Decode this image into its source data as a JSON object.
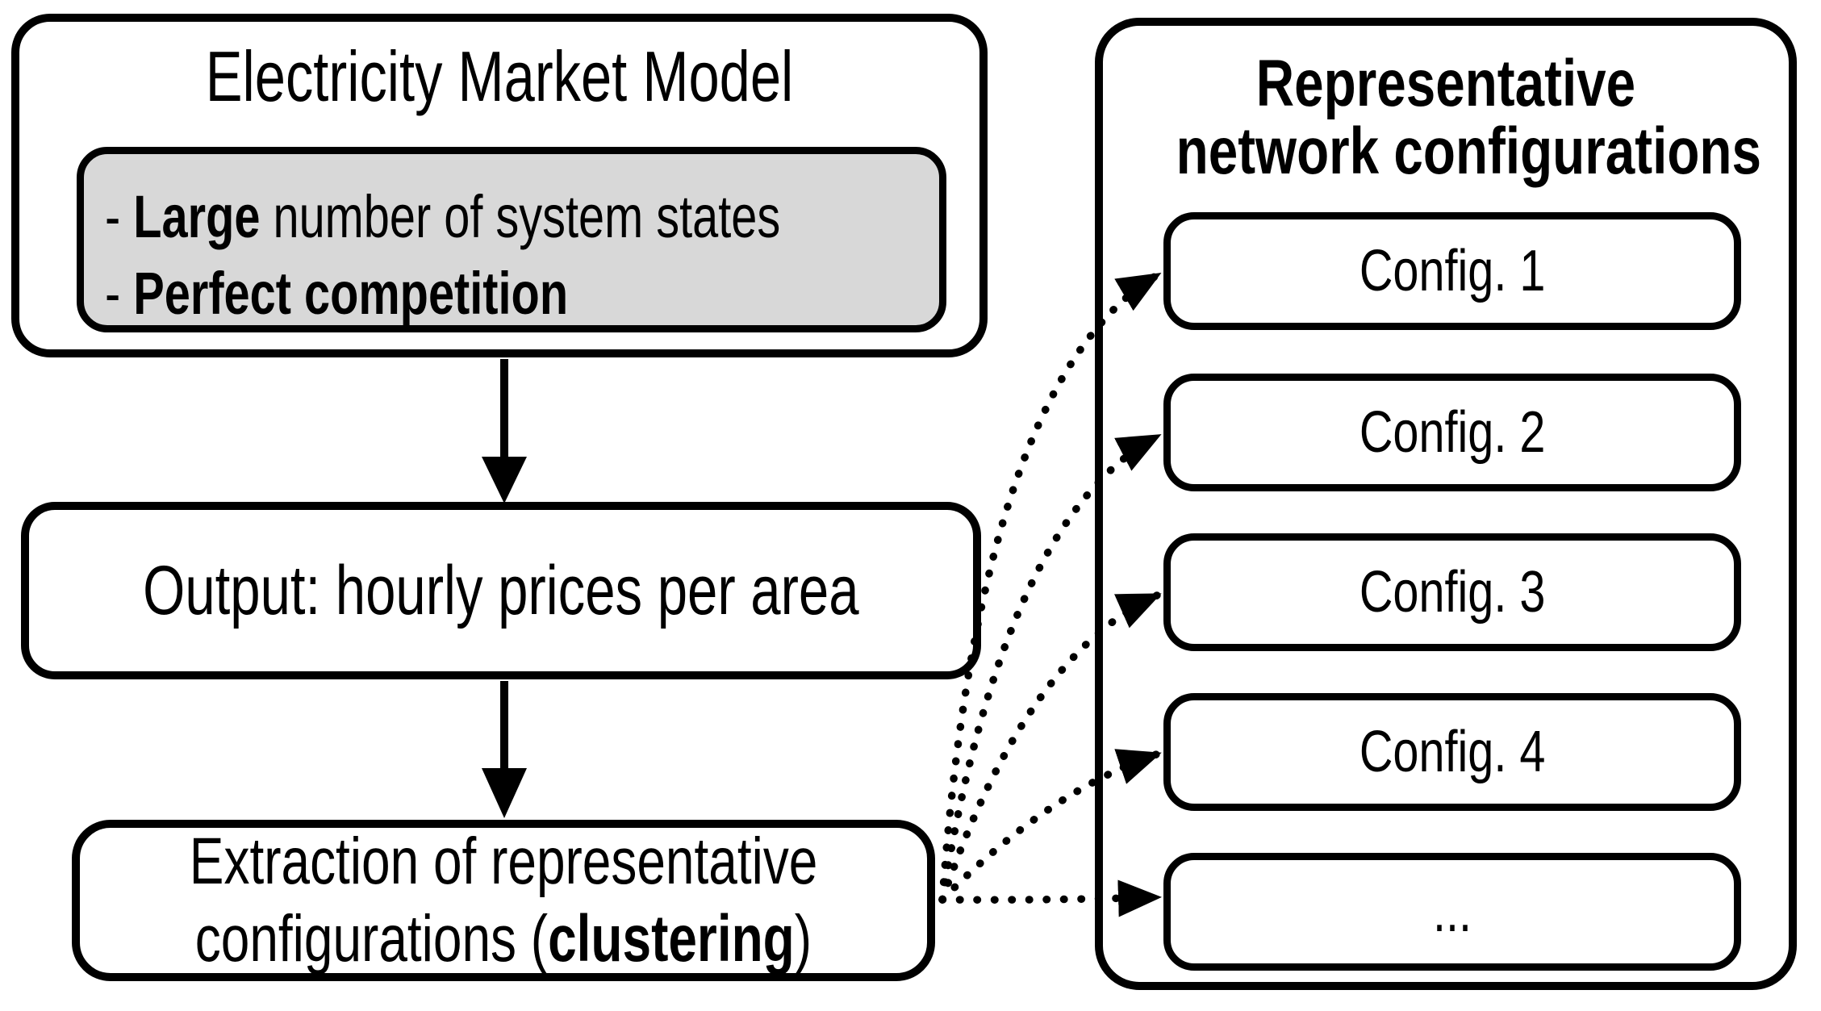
{
  "left_flow": {
    "market_model": {
      "title": "Electricity Market Model",
      "bullets": [
        {
          "prefix": "- ",
          "bold": "Large",
          "rest": " number of system states"
        },
        {
          "prefix": "- ",
          "bold": "Perfect competition",
          "rest": ""
        }
      ]
    },
    "output": {
      "label": "Output: hourly prices per area"
    },
    "extraction": {
      "line1": "Extraction of representative",
      "line2_pre": "configurations (",
      "line2_bold": "clustering",
      "line2_post": ")"
    }
  },
  "right_panel": {
    "title_line1": "Representative",
    "title_line2": "network configurations",
    "configs": [
      {
        "label": "Config. 1"
      },
      {
        "label": "Config. 2"
      },
      {
        "label": "Config. 3"
      },
      {
        "label": "Config. 4"
      },
      {
        "label": "..."
      }
    ]
  },
  "style": {
    "stroke_color": "#000000",
    "background_color": "#ffffff",
    "highlight_background": "#d8d8d8"
  }
}
